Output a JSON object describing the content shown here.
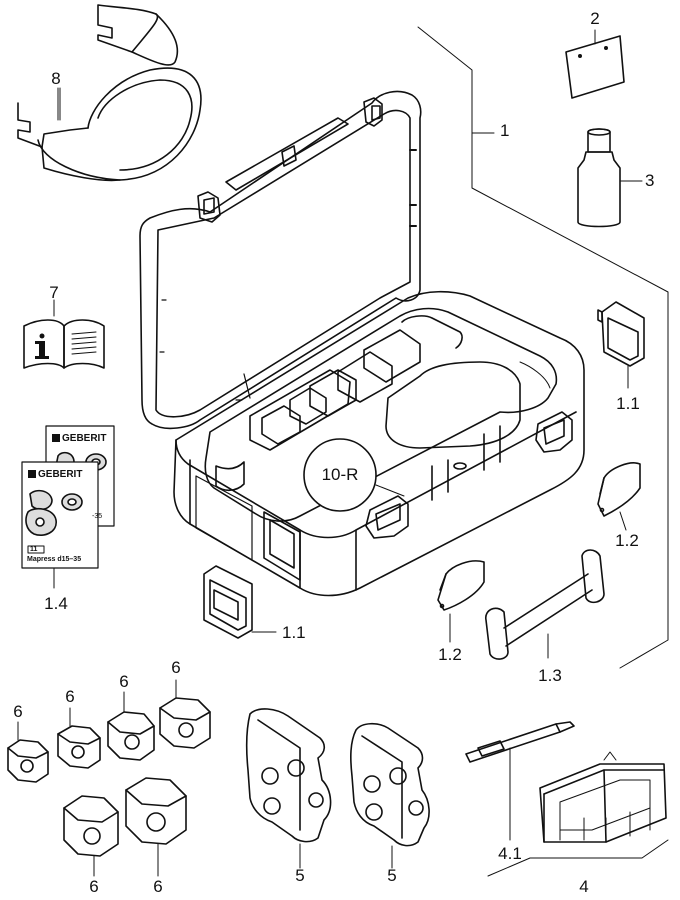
{
  "labels": {
    "case": "1",
    "tag": "2",
    "oil": "3",
    "marker_set": "4",
    "marker_pen": "4.1",
    "jaws": "5",
    "rings": "6",
    "manual": "7",
    "strap": "8",
    "callout": "10-R",
    "holder_a": "1.1",
    "holder_b": "1.1",
    "latch_a": "1.2",
    "latch_b": "1.2",
    "handle": "1.3",
    "card_label": "1.4",
    "ring_a": "6",
    "ring_b": "6",
    "ring_c": "6",
    "ring_d": "6",
    "ring_e": "6",
    "ring_f": "6",
    "jaw_a": "5",
    "jaw_b": "5"
  },
  "card": {
    "brand_back": "GEBERIT",
    "brand_front": "GEBERIT",
    "size_back": "-35",
    "code": "11",
    "subtitle": "Mapress d15–35"
  }
}
